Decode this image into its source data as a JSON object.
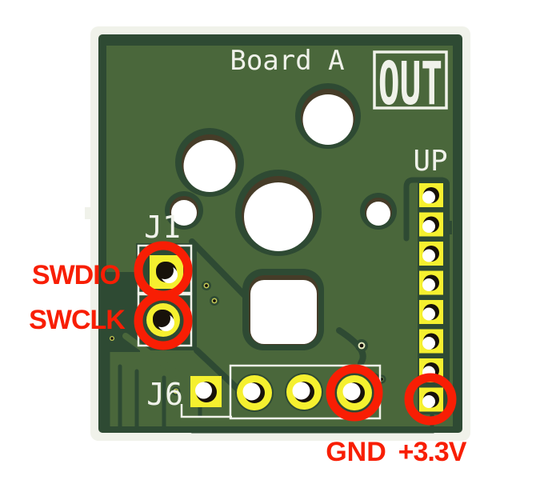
{
  "board": {
    "title": "Board A",
    "out_marker": "OUT",
    "up_marker": "UP"
  },
  "connectors": {
    "j1_label": "J1",
    "j6_label": "J6"
  },
  "annotations": {
    "swdio": "SWDIO",
    "swclk": "SWCLK",
    "gnd": "GND",
    "v33": "+3.3V"
  },
  "colors": {
    "board_green": "#4a673b",
    "board_dark_green": "#2e4a33",
    "pad_yellow": "#f5f02f",
    "silkscreen_white": "#f0f2ea",
    "annotation_red": "#f81e04",
    "hole_rim_brown": "#463c28",
    "hole_white": "#ffffff",
    "via_gold": "#c6cc58"
  }
}
